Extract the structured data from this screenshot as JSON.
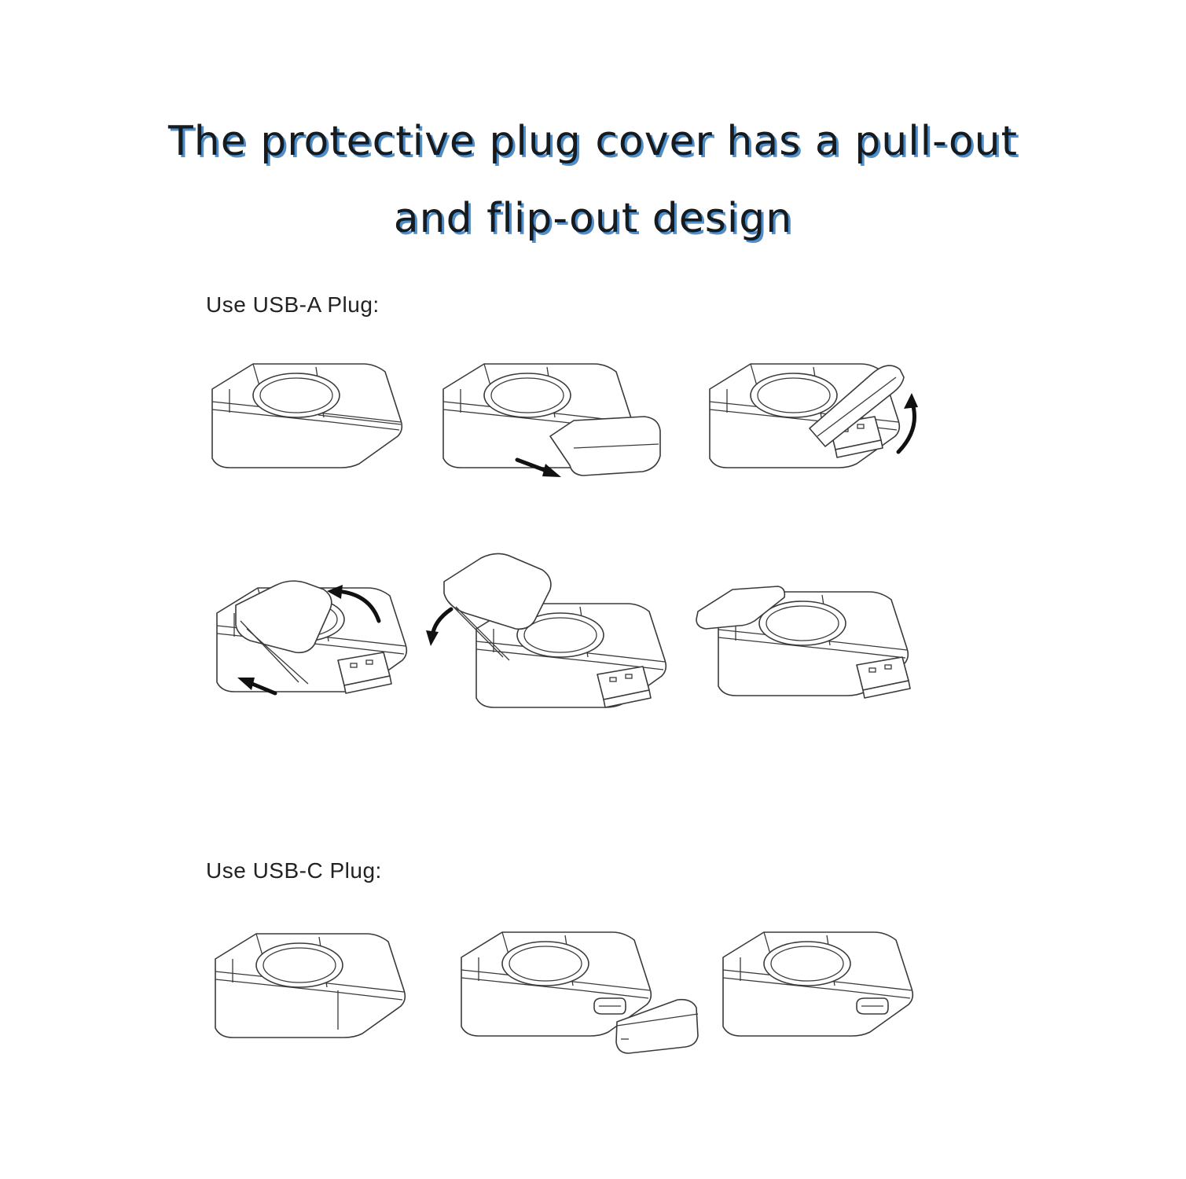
{
  "title": {
    "line1": "The protective plug cover has a pull-out",
    "line2": "and flip-out design"
  },
  "sections": {
    "usb_a": {
      "label": "Use USB-A Plug:"
    },
    "usb_c": {
      "label": "Use USB-C Plug:"
    }
  },
  "colors": {
    "title_shadow": "#4a8fd0",
    "line_art": "#3a3a3a",
    "arrow": "#111111"
  },
  "icons": [
    "arrow-right-icon",
    "curved-arrow-up-icon",
    "curved-arrow-icon",
    "arrow-left-icon"
  ]
}
